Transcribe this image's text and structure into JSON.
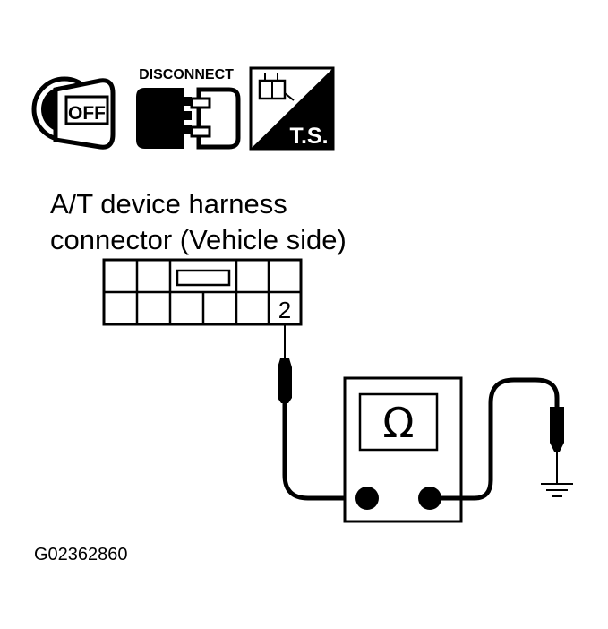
{
  "icons": {
    "ignition_label": "OFF",
    "disconnect_label": "DISCONNECT",
    "ts_label": "T.S."
  },
  "connector": {
    "title_line1": "A/T device harness",
    "title_line2": "connector (Vehicle side)",
    "pin_label": "2"
  },
  "meter": {
    "symbol": "Ω"
  },
  "figure_id": "G02362860"
}
